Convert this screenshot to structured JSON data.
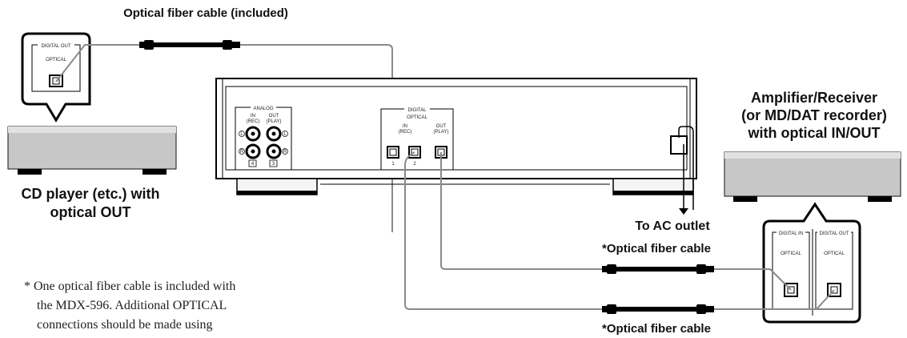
{
  "labels": {
    "cable_top": "Optical fiber cable (included)",
    "cd_player_line1": "CD player (etc.) with",
    "cd_player_line2": "optical OUT",
    "amp_line1": "Amplifier/Receiver",
    "amp_line2": "(or MD/DAT recorder)",
    "amp_line3": "with optical IN/OUT",
    "ac_outlet": "To AC outlet",
    "cable_mid": "*Optical fiber cable",
    "cable_bottom": "*Optical fiber cable"
  },
  "cd_callout": {
    "digital_out": "DIGITAL OUT",
    "optical": "OPTICAL"
  },
  "deck_panel": {
    "analog": "ANALOG",
    "analog_in": "IN",
    "analog_in_sub": "(REC)",
    "analog_out": "OUT",
    "analog_out_sub": "(PLAY)",
    "ch_left": "L",
    "ch_right": "R",
    "num_4": "4",
    "num_3": "3",
    "digital": "DIGITAL",
    "optical": "OPTICAL",
    "dig_in": "IN",
    "dig_in_sub": "(REC)",
    "dig_out": "OUT",
    "dig_out_sub": "(PLAY)",
    "port_1": "1",
    "port_2": "2"
  },
  "amp_callout": {
    "digital_in": "DIGITAL IN",
    "digital_out": "DIGITAL OUT",
    "optical_in": "OPTICAL",
    "optical_out": "OPTICAL"
  },
  "footnote": {
    "line1": "* One optical fiber cable is included with",
    "line2": "the MDX-596. Additional OPTICAL",
    "line3": "connections should be made using"
  }
}
